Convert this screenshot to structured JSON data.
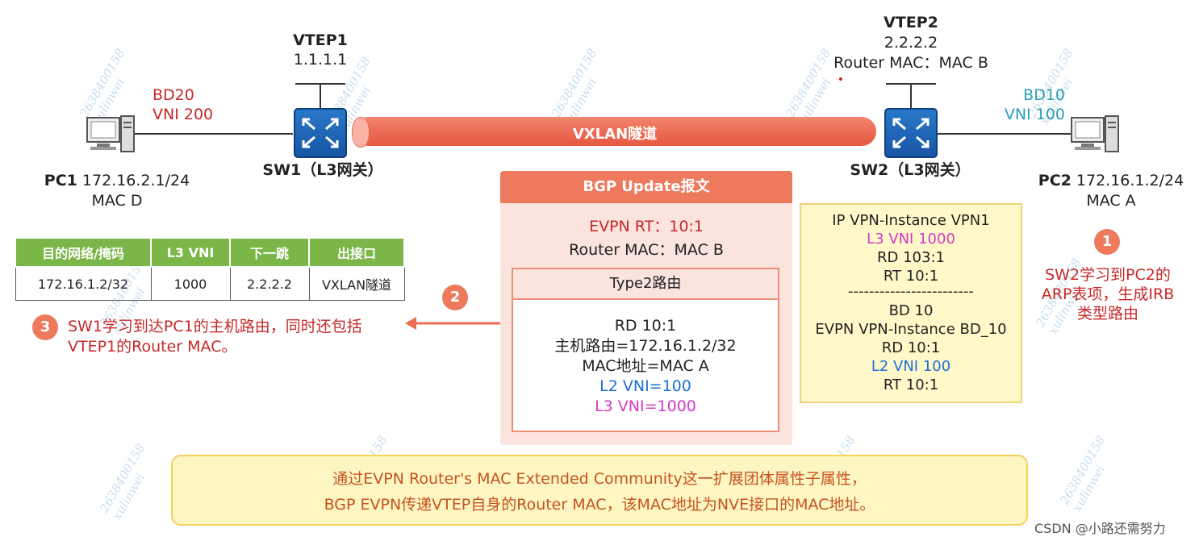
{
  "watermark": {
    "line1": "2638400158",
    "line2": "xulinwei"
  },
  "vtep1": {
    "title": "VTEP1",
    "ip": "1.1.1.1"
  },
  "vtep2": {
    "title": "VTEP2",
    "ip": "2.2.2.2",
    "router_mac": "Router MAC：MAC B"
  },
  "sw1": {
    "label": "SW1（L3网关）"
  },
  "sw2": {
    "label": "SW2（L3网关）"
  },
  "tunnel": {
    "label": "VXLAN隧道"
  },
  "pc1": {
    "name": "PC1",
    "ip": "172.16.2.1/24",
    "mac": "MAC D",
    "bd": "BD20",
    "vni": "VNI 200"
  },
  "pc2": {
    "name": "PC2",
    "ip": "172.16.1.2/24",
    "mac": "MAC A",
    "bd": "BD10",
    "vni": "VNI 100"
  },
  "bgp": {
    "title": "BGP Update报文",
    "rt": "EVPN RT：10:1",
    "router_mac": "Router MAC：MAC B",
    "type2_title": "Type2路由",
    "rd": "RD 10:1",
    "host_route": "主机路由=172.16.1.2/32",
    "mac": "MAC地址=MAC A",
    "l2vni": "L2 VNI=100",
    "l3vni": "L3 VNI=1000"
  },
  "route_table": {
    "headers": [
      "目的网络/掩码",
      "L3 VNI",
      "下一跳",
      "出接口"
    ],
    "row": [
      "172.16.1.2/32",
      "1000",
      "2.2.2.2",
      "VXLAN隧道"
    ]
  },
  "steps": {
    "s1": "1",
    "s1_text1": "SW2学习到PC2的",
    "s1_text2": "ARP表项，生成IRB",
    "s1_text3": "类型路由",
    "s2": "2",
    "s3": "3",
    "s3_text1": "SW1学习到达PC1的主机路由，同时还包括",
    "s3_text2": "VTEP1的Router MAC。"
  },
  "vpn_box": {
    "l1": "IP VPN-Instance VPN1",
    "l2": "L3 VNI 1000",
    "l3": "RD 103:1",
    "l4": "RT 10:1",
    "divider": "------------------------",
    "l5": "BD 10",
    "l6": "EVPN VPN-Instance BD_10",
    "l7": "RD  10:1",
    "l8": "L2 VNI 100",
    "l9": "RT 10:1"
  },
  "note": {
    "line1": "通过EVPN Router's MAC Extended Community这一扩展团体属性子属性，",
    "line2": "BGP EVPN传递VTEP自身的Router MAC，该MAC地址为NVE接口的MAC地址。"
  },
  "footer": {
    "credit": "CSDN @小路还需努力"
  },
  "colors": {
    "accent": "#ec6c55",
    "note_bg": "#fdf6c3",
    "note_border": "#f3d35a",
    "vpn_bg": "#fff8c9",
    "table_head": "#7ab648"
  }
}
